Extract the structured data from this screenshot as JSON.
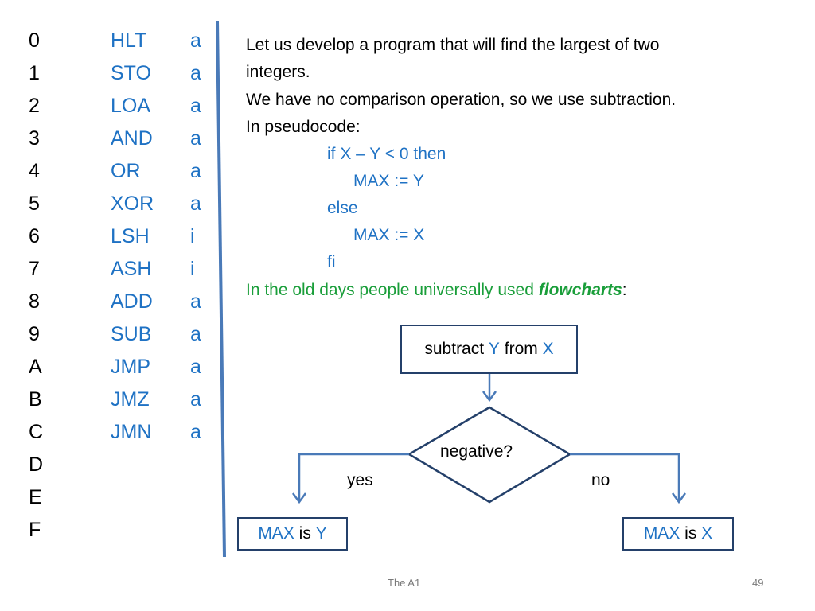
{
  "opcodes": [
    {
      "hex": "0",
      "mnemonic": "HLT",
      "type": "a"
    },
    {
      "hex": "1",
      "mnemonic": "STO",
      "type": "a"
    },
    {
      "hex": "2",
      "mnemonic": "LOA",
      "type": "a"
    },
    {
      "hex": "3",
      "mnemonic": "AND",
      "type": "a"
    },
    {
      "hex": "4",
      "mnemonic": "OR",
      "type": "a"
    },
    {
      "hex": "5",
      "mnemonic": "XOR",
      "type": "a"
    },
    {
      "hex": "6",
      "mnemonic": "LSH",
      "type": "i"
    },
    {
      "hex": "7",
      "mnemonic": "ASH",
      "type": "i"
    },
    {
      "hex": "8",
      "mnemonic": "ADD",
      "type": "a"
    },
    {
      "hex": "9",
      "mnemonic": "SUB",
      "type": "a"
    },
    {
      "hex": "A",
      "mnemonic": "JMP",
      "type": "a"
    },
    {
      "hex": "B",
      "mnemonic": "JMZ",
      "type": "a"
    },
    {
      "hex": "C",
      "mnemonic": "JMN",
      "type": "a"
    },
    {
      "hex": "D",
      "mnemonic": "",
      "type": ""
    },
    {
      "hex": "E",
      "mnemonic": "",
      "type": ""
    },
    {
      "hex": "F",
      "mnemonic": "",
      "type": ""
    }
  ],
  "intro": {
    "line1": "Let us develop a program that will find the largest of two",
    "line2": "integers.",
    "line3": "We have no comparison operation, so we use subtraction.",
    "line4": "In pseudocode:"
  },
  "pseudocode": {
    "if_line": "if  X – Y < 0  then",
    "then_line": "MAX :=  Y",
    "else_line": "else",
    "else_stmt": "MAX := X",
    "fi_line": "fi"
  },
  "flowchart_note": {
    "prefix": "In the old days people universally used ",
    "emph": "flowcharts",
    "suffix": ":"
  },
  "flowchart": {
    "subtract_box": {
      "w1": "subtract ",
      "y": "Y",
      "w2": " from ",
      "x": "X"
    },
    "decision": "negative?",
    "yes_label": "yes",
    "no_label": "no",
    "left_box": {
      "max": "MAX",
      "is": " is ",
      "val": "Y"
    },
    "right_box": {
      "max": "MAX",
      "is": " is ",
      "val": "X"
    }
  },
  "footer": {
    "title": "The A1",
    "page": "49"
  },
  "colors": {
    "blue": "#1f72c4",
    "green": "#1a9e3a",
    "box_border": "#24406a",
    "arrow": "#4a7ab8",
    "divider": "#4a7ab8"
  }
}
